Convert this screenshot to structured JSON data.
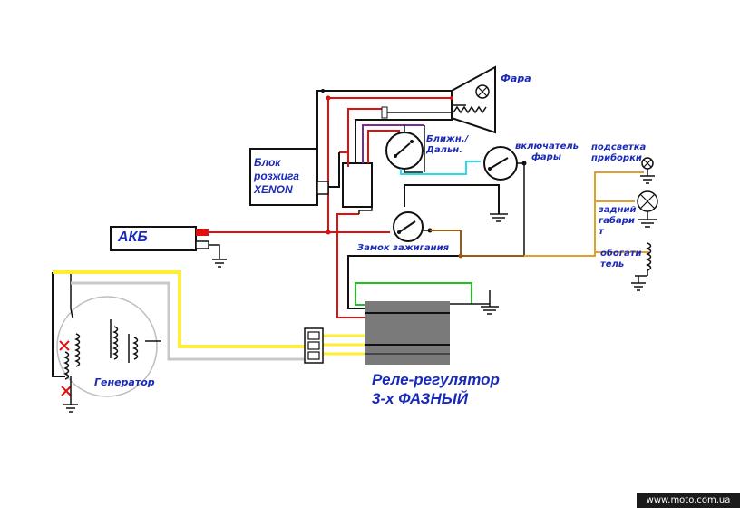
{
  "labels": {
    "headlight": "Фара",
    "xenon_block": [
      "Блок",
      "розжига",
      "XENON"
    ],
    "beam_switch": [
      "Ближн./",
      "Дальн."
    ],
    "headlight_switch": [
      "включатель",
      "фары"
    ],
    "dash_light": [
      "подсветка",
      "приборки"
    ],
    "rear_light": [
      "задний",
      "габари",
      "т"
    ],
    "heater": [
      "обогати",
      "тель"
    ],
    "battery": "АКБ",
    "ignition_lock": "Замок зажигания",
    "generator": "Генератор",
    "regulator": [
      "Реле-регулятор",
      "3-х ФАЗНЫЙ"
    ]
  },
  "watermark": "www.moto.com.ua",
  "colors": {
    "wire_black": "#111111",
    "wire_red": "#e01010",
    "wire_brown": "#9a5a10",
    "wire_yellow": "#ffee33",
    "wire_gray": "#c8c8c8",
    "wire_green": "#20c020",
    "wire_cyan": "#30d8ee",
    "wire_purple": "#7a2a9a",
    "wire_orange": "#e0a030",
    "regulator_body": "#7a7a7a",
    "label_text": "#1a2ab8"
  }
}
